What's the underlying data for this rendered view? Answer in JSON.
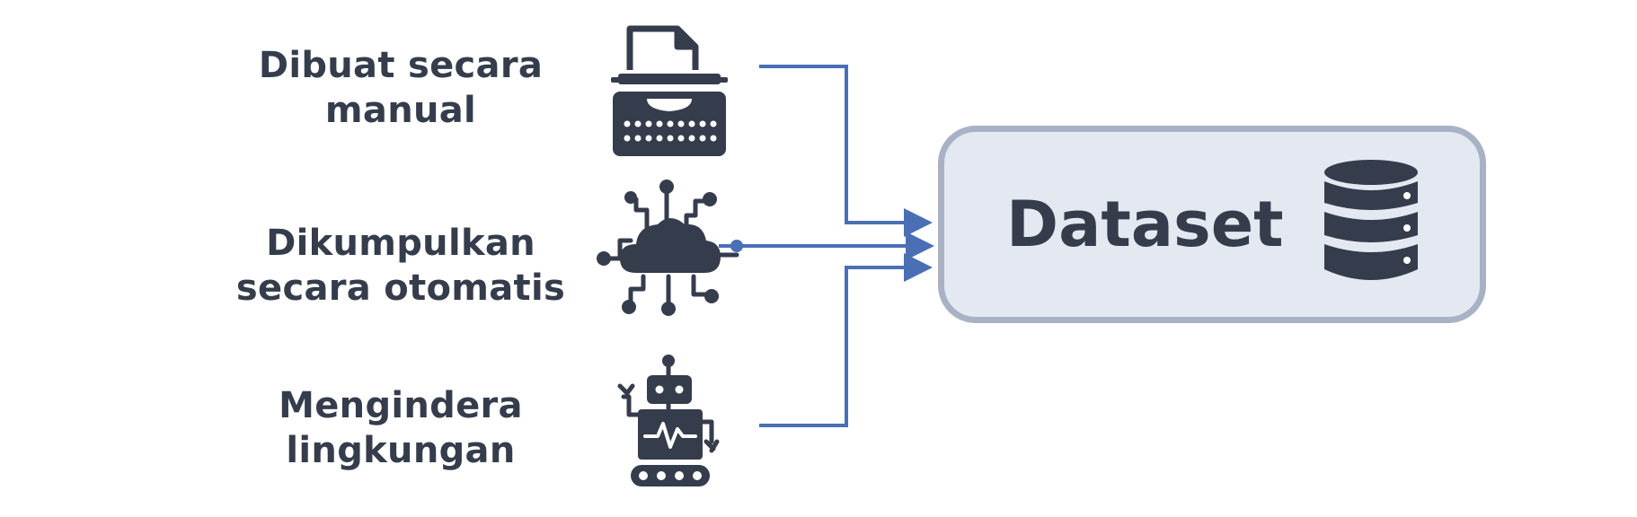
{
  "diagram": {
    "sources": [
      {
        "line1": "Dibuat secara",
        "line2": "manual",
        "icon": "typewriter-icon"
      },
      {
        "line1": "Dikumpulkan",
        "line2": "secara otomatis",
        "icon": "cloud-network-icon"
      },
      {
        "line1": "Mengindera",
        "line2": "lingkungan",
        "icon": "robot-sensor-icon"
      }
    ],
    "target": {
      "label": "Dataset",
      "icon": "database-icon"
    }
  },
  "colors": {
    "text": "#353d4c",
    "icon": "#353d4c",
    "arrow": "#4a6fb5",
    "box_fill": "#e4e8f1",
    "box_border": "#a9b2c5"
  }
}
